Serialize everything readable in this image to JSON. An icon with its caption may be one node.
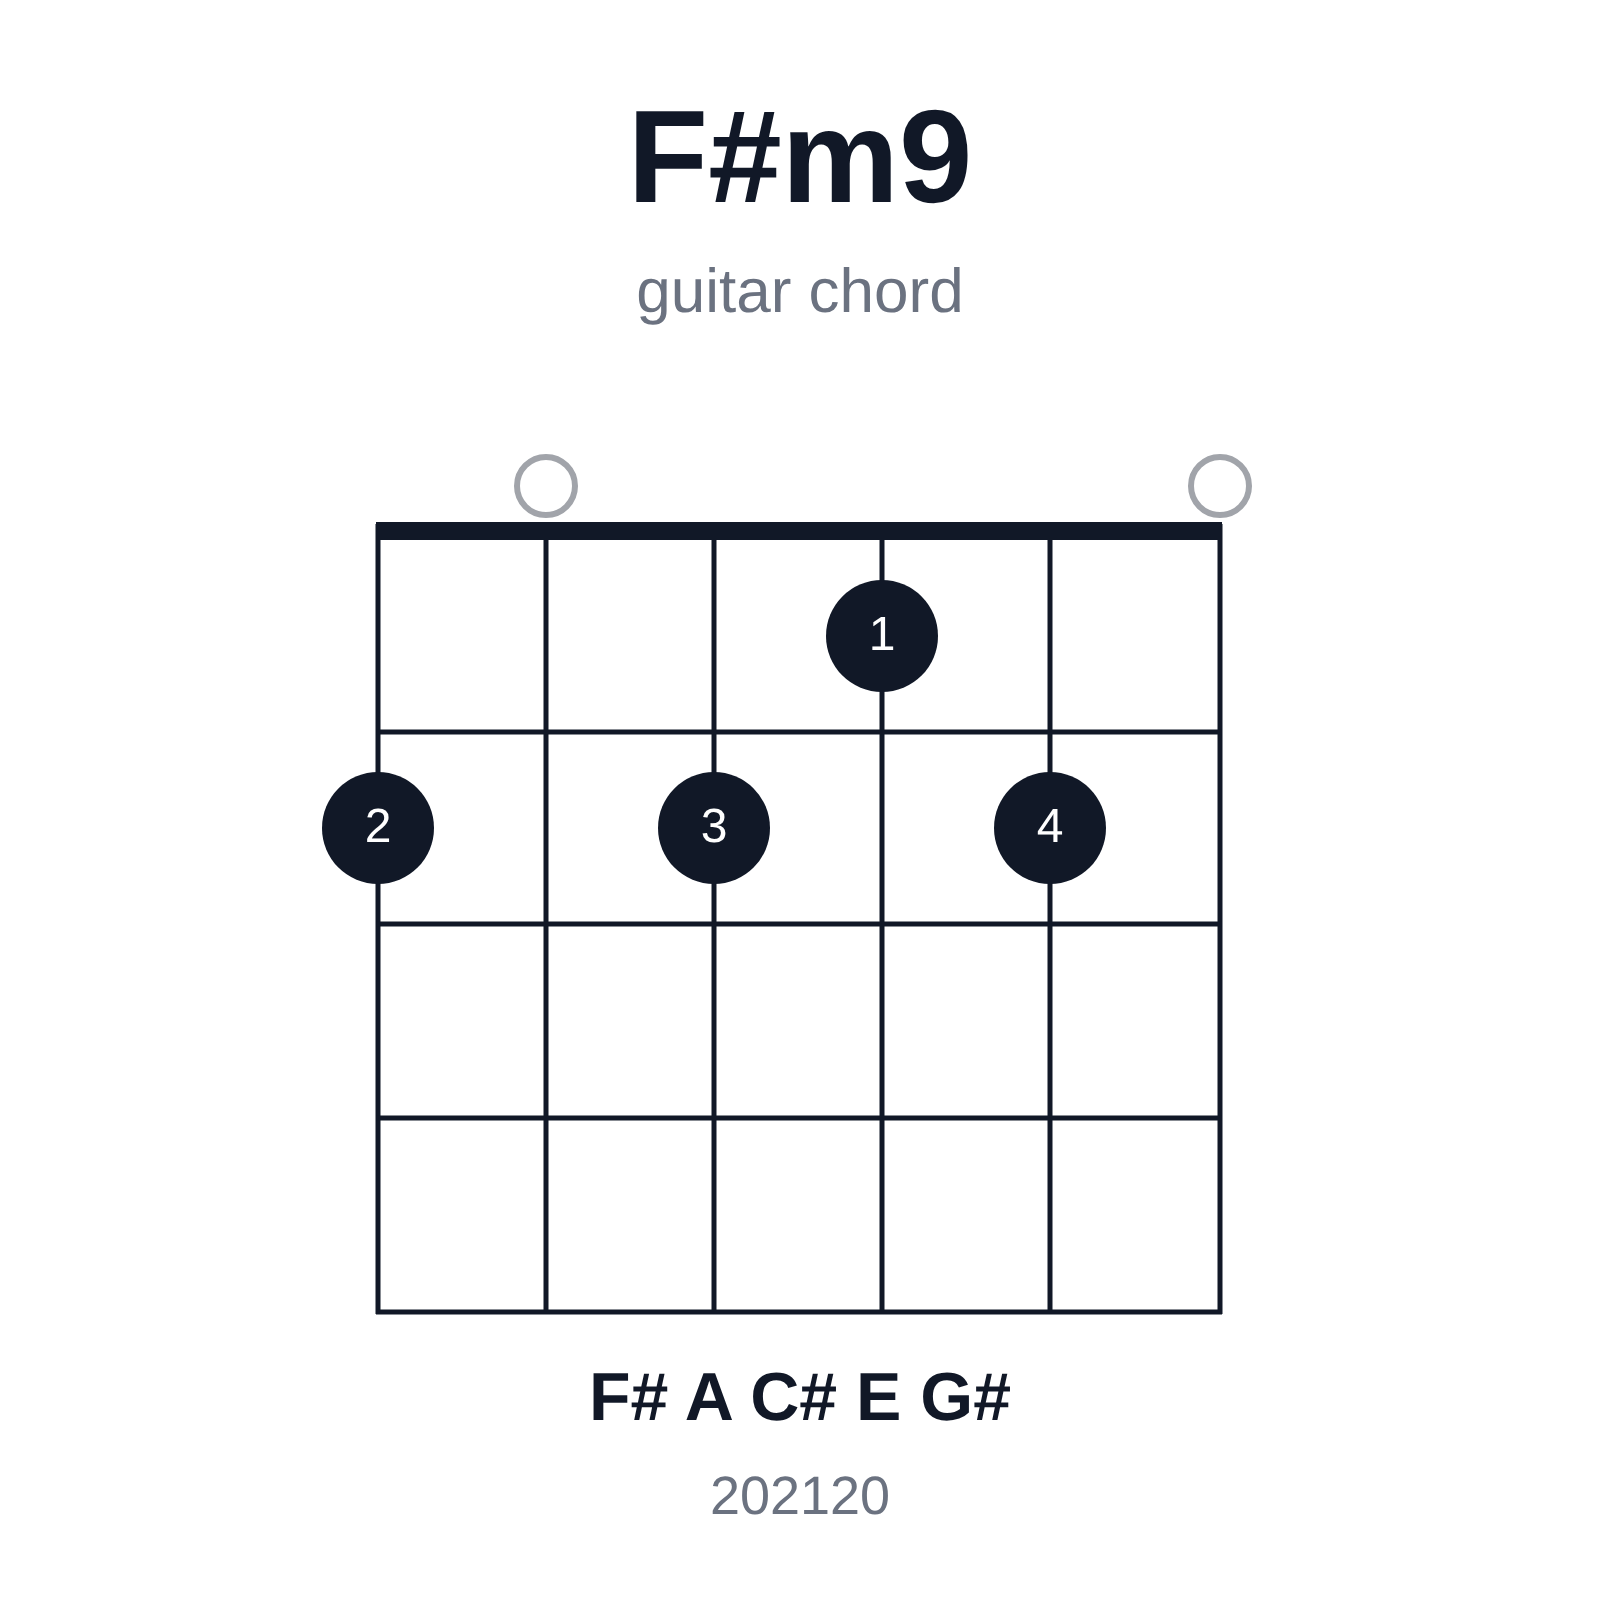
{
  "diagram": {
    "title": "F#m9",
    "nodes": [
      {
        "text": [],
        "shape": "circle"
      },
      {
        "text": [],
        "shape": "circle"
      },
      {
        "text": [
          "1"
        ]
      },
      {
        "text": [
          "2"
        ]
      },
      {
        "text": [
          "3"
        ]
      },
      {
        "text": [
          "4"
        ]
      }
    ],
    "labels": [
      "guitar chord",
      "F# A C# E G#",
      "202120"
    ]
  }
}
